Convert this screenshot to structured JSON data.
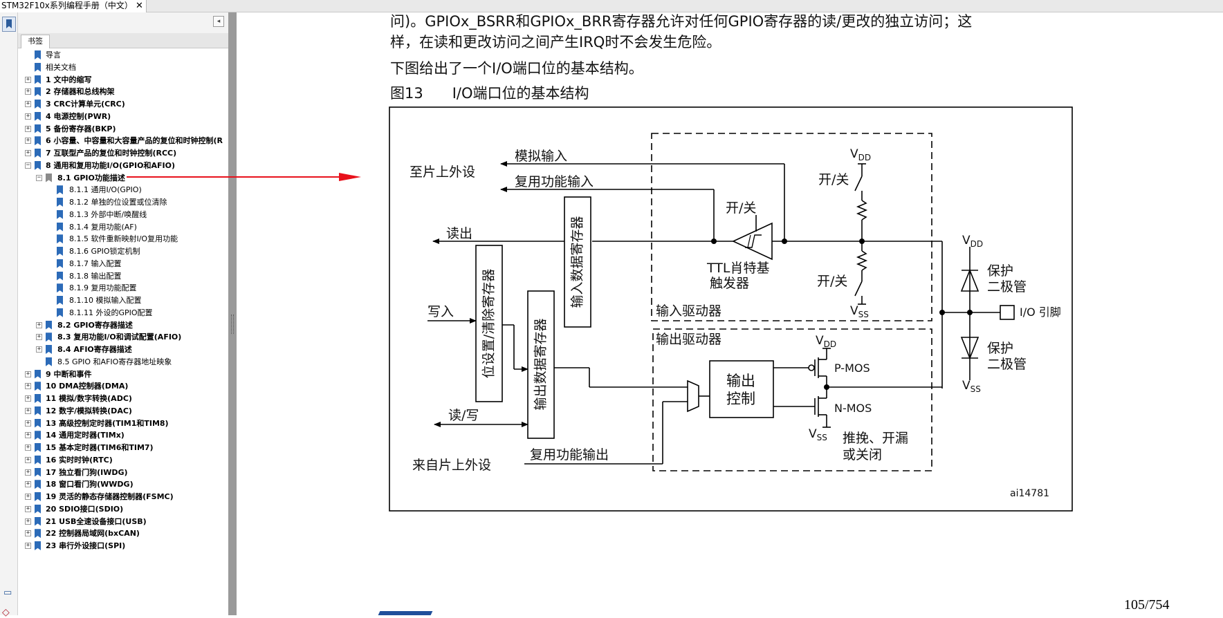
{
  "tab": {
    "title": "STM32F10x系列编程手册（中文）",
    "close": "✕"
  },
  "bookmarks_panel": {
    "tab_label": "书签",
    "collapse": "◂",
    "items": [
      {
        "label": "导言",
        "level": 0,
        "exp": "",
        "bold": false
      },
      {
        "label": "相关文档",
        "level": 0,
        "exp": "",
        "bold": false
      },
      {
        "label": "1 文中的缩写",
        "level": 0,
        "exp": "+",
        "bold": true
      },
      {
        "label": "2 存储器和总线构架",
        "level": 0,
        "exp": "+",
        "bold": true
      },
      {
        "label": "3 CRC计算单元(CRC)",
        "level": 0,
        "exp": "+",
        "bold": true
      },
      {
        "label": "4 电源控制(PWR)",
        "level": 0,
        "exp": "+",
        "bold": true
      },
      {
        "label": "5 备份寄存器(BKP)",
        "level": 0,
        "exp": "+",
        "bold": true
      },
      {
        "label": "6 小容量、中容量和大容量产品的复位和时钟控制(R",
        "level": 0,
        "exp": "+",
        "bold": true
      },
      {
        "label": "7 互联型产品的复位和时钟控制(RCC)",
        "level": 0,
        "exp": "+",
        "bold": true
      },
      {
        "label": "8 通用和复用功能I/O(GPIO和AFIO)",
        "level": 0,
        "exp": "−",
        "bold": true
      },
      {
        "label": "8.1 GPIO功能描述",
        "level": 1,
        "exp": "−",
        "bold": true,
        "selected": true
      },
      {
        "label": "8.1.1 通用I/O(GPIO)",
        "level": 2,
        "exp": "",
        "bold": false
      },
      {
        "label": "8.1.2 单独的位设置或位清除",
        "level": 2,
        "exp": "",
        "bold": false
      },
      {
        "label": "8.1.3 外部中断/唤醒线",
        "level": 2,
        "exp": "",
        "bold": false
      },
      {
        "label": "8.1.4 复用功能(AF)",
        "level": 2,
        "exp": "",
        "bold": false
      },
      {
        "label": "8.1.5 软件重新映射I/O复用功能",
        "level": 2,
        "exp": "",
        "bold": false
      },
      {
        "label": "8.1.6 GPIO锁定机制",
        "level": 2,
        "exp": "",
        "bold": false
      },
      {
        "label": "8.1.7 输入配置",
        "level": 2,
        "exp": "",
        "bold": false
      },
      {
        "label": "8.1.8 输出配置",
        "level": 2,
        "exp": "",
        "bold": false
      },
      {
        "label": "8.1.9 复用功能配置",
        "level": 2,
        "exp": "",
        "bold": false
      },
      {
        "label": "8.1.10 模拟输入配置",
        "level": 2,
        "exp": "",
        "bold": false
      },
      {
        "label": "8.1.11 外设的GPIO配置",
        "level": 2,
        "exp": "",
        "bold": false
      },
      {
        "label": "8.2 GPIO寄存器描述",
        "level": 1,
        "exp": "+",
        "bold": true
      },
      {
        "label": "8.3 复用功能I/O和调试配置(AFIO)",
        "level": 1,
        "exp": "+",
        "bold": true
      },
      {
        "label": "8.4 AFIO寄存器描述",
        "level": 1,
        "exp": "+",
        "bold": true
      },
      {
        "label": "8.5 GPIO 和AFIO寄存器地址映象",
        "level": 1,
        "exp": "",
        "bold": false
      },
      {
        "label": "9 中断和事件",
        "level": 0,
        "exp": "+",
        "bold": true
      },
      {
        "label": "10 DMA控制器(DMA)",
        "level": 0,
        "exp": "+",
        "bold": true
      },
      {
        "label": "11 模拟/数字转换(ADC)",
        "level": 0,
        "exp": "+",
        "bold": true
      },
      {
        "label": "12 数字/模拟转换(DAC)",
        "level": 0,
        "exp": "+",
        "bold": true
      },
      {
        "label": "13 高级控制定时器(TIM1和TIM8)",
        "level": 0,
        "exp": "+",
        "bold": true
      },
      {
        "label": "14 通用定时器(TIMx)",
        "level": 0,
        "exp": "+",
        "bold": true
      },
      {
        "label": "15 基本定时器(TIM6和TIM7)",
        "level": 0,
        "exp": "+",
        "bold": true
      },
      {
        "label": "16 实时时钟(RTC)",
        "level": 0,
        "exp": "+",
        "bold": true
      },
      {
        "label": "17 独立看门狗(IWDG)",
        "level": 0,
        "exp": "+",
        "bold": true
      },
      {
        "label": "18 窗口看门狗(WWDG)",
        "level": 0,
        "exp": "+",
        "bold": true
      },
      {
        "label": "19 灵活的静态存储器控制器(FSMC)",
        "level": 0,
        "exp": "+",
        "bold": true
      },
      {
        "label": "20 SDIO接口(SDIO)",
        "level": 0,
        "exp": "+",
        "bold": true
      },
      {
        "label": "21 USB全速设备接口(USB)",
        "level": 0,
        "exp": "+",
        "bold": true
      },
      {
        "label": "22 控制器局域网(bxCAN)",
        "level": 0,
        "exp": "+",
        "bold": true
      },
      {
        "label": "23 串行外设接口(SPI)",
        "level": 0,
        "exp": "+",
        "bold": true
      }
    ]
  },
  "document": {
    "para1_line1": "问)。GPIOx_BSRR和GPIOx_BRR寄存器允许对任何GPIO寄存器的读/更改的独立访问；这",
    "para1_line2": "样，在读和更改访问之间产生IRQ时不会发生危险。",
    "para2": "下图给出了一个I/O端口位的基本结构。",
    "figure_title": "图13　　I/O端口位的基本结构",
    "page_number": "105/754"
  },
  "diagram": {
    "to_onchip": "至片上外设",
    "analog_in": "模拟输入",
    "af_in": "复用功能输入",
    "read_out": "读出",
    "write_in": "写入",
    "read_write": "读/写",
    "from_onchip": "来自片上外设",
    "af_out": "复用功能输出",
    "in_data_reg": "输入数据寄存器",
    "bit_set_reset_reg": "位设置/清除寄存器",
    "out_data_reg": "输出数据寄存器",
    "onoff": "开/关",
    "ttl_trigger_1": "TTL肖特基",
    "ttl_trigger_2": "触发器",
    "input_driver": "输入驱动器",
    "output_driver": "输出驱动器",
    "out_ctrl_1": "输出",
    "out_ctrl_2": "控制",
    "pmos": "P-MOS",
    "nmos": "N-MOS",
    "pushpull_1": "推挽、开漏",
    "pushpull_2": "或关闭",
    "protect_1": "保护",
    "protect_2": "二极管",
    "io_pin": "I/O 引脚",
    "vdd_v": "V",
    "vdd_sub": "DD",
    "vss_sub": "SS",
    "fig_id": "ai14781"
  },
  "colors": {
    "arrow": "#e8111b",
    "flag": "#2c6bb8",
    "splitter": "#9a9a9a"
  }
}
